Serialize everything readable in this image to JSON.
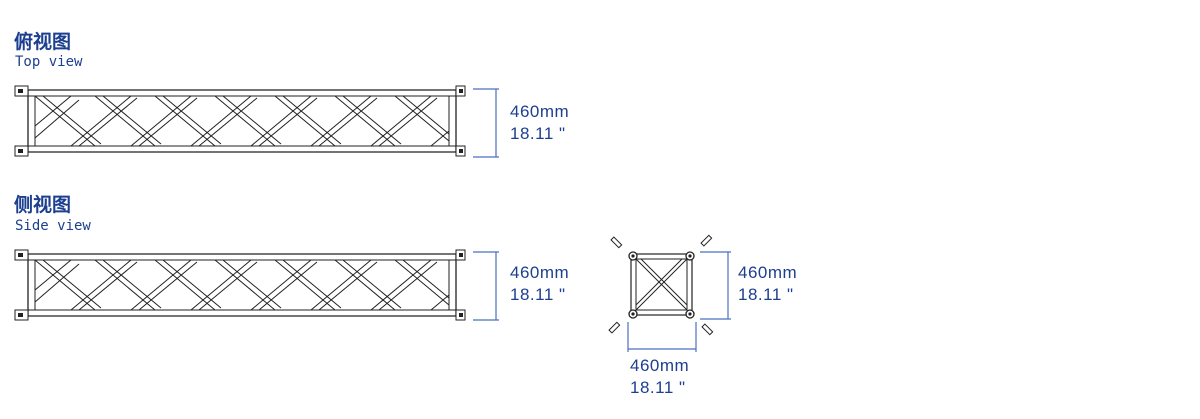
{
  "top_view": {
    "title_cn": "俯视图",
    "title_en": "Top view",
    "dim_mm": "460mm",
    "dim_in": "18.11 \""
  },
  "side_view": {
    "title_cn": "侧视图",
    "title_en": "Side view",
    "dim_mm": "460mm",
    "dim_in": "18.11 \""
  },
  "section_view": {
    "right_dim_mm": "460mm",
    "right_dim_in": "18.11 \"",
    "bottom_dim_mm": "460mm",
    "bottom_dim_in": "18.11 \""
  },
  "colors": {
    "ink": "#1d3f8f",
    "line": "#222222",
    "dimension_line": "#4a6fc0"
  }
}
